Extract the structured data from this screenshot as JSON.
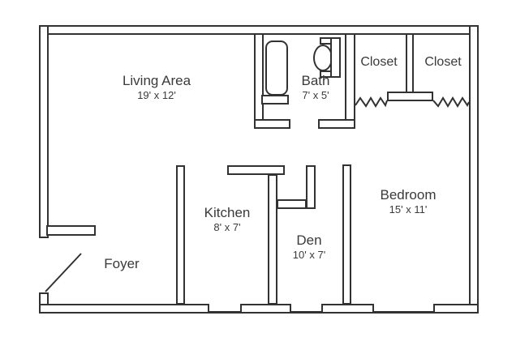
{
  "floorplan": {
    "colors": {
      "background": "#ffffff",
      "walls": "#323232",
      "text": "#3a3a3a"
    },
    "rooms": {
      "living_area": {
        "name": "Living Area",
        "dims": "19' x 12'"
      },
      "bath": {
        "name": "Bath",
        "dims": "7' x 5'"
      },
      "closet_left": {
        "name": "Closet"
      },
      "closet_right": {
        "name": "Closet"
      },
      "kitchen": {
        "name": "Kitchen",
        "dims": "8' x 7'"
      },
      "den": {
        "name": "Den",
        "dims": "10' x 7'"
      },
      "bedroom": {
        "name": "Bedroom",
        "dims": "15' x 11'"
      },
      "foyer": {
        "name": "Foyer"
      }
    },
    "fixtures": {
      "bathtub": "bathtub",
      "toilet": "toilet",
      "entry_door": "entry-door-swing",
      "closet_door_left": "accordion-door",
      "closet_door_right": "accordion-door"
    }
  }
}
